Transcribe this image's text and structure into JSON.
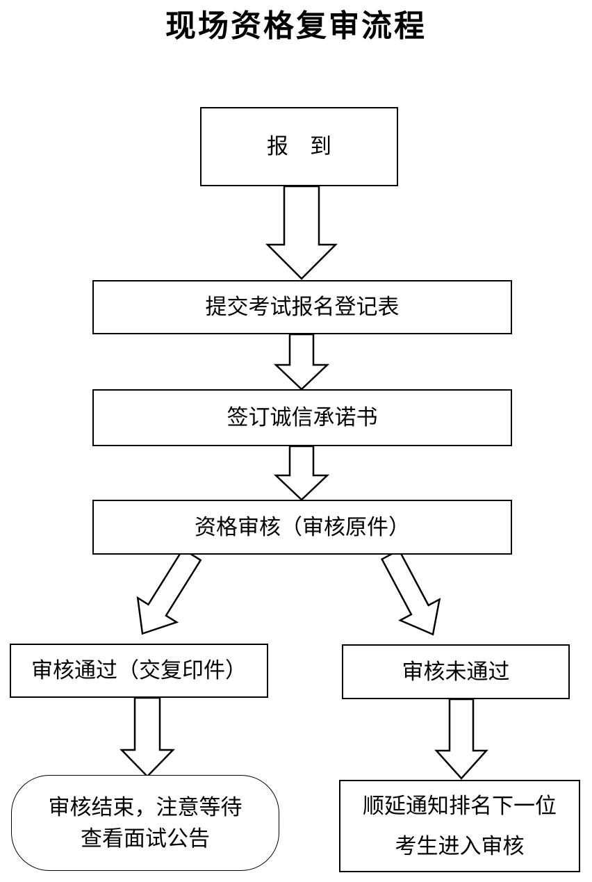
{
  "title": "现场资格复审流程",
  "colors": {
    "background": "#ffffff",
    "stroke": "#000000",
    "text": "#000000"
  },
  "flowchart": {
    "nodes": [
      {
        "id": "checkin",
        "shape": "rectangle",
        "label": "报　到"
      },
      {
        "id": "submit-form",
        "shape": "rectangle",
        "label": "提交考试报名登记表"
      },
      {
        "id": "sign-commitment",
        "shape": "rectangle",
        "label": "签订诚信承诺书"
      },
      {
        "id": "qualification-review",
        "shape": "rectangle",
        "label": "资格审核（审核原件）"
      },
      {
        "id": "review-passed",
        "shape": "rectangle",
        "label": "审核通过（交复印件）"
      },
      {
        "id": "review-failed",
        "shape": "rectangle",
        "label": "审核未通过"
      },
      {
        "id": "review-end",
        "shape": "rounded",
        "lines": [
          "审核结束，注意等待",
          "查看面试公告"
        ]
      },
      {
        "id": "notify-next",
        "shape": "rectangle",
        "lines": [
          "顺延通知排名下一位",
          "考生进入审核"
        ]
      }
    ],
    "connectors": [
      {
        "from": "checkin",
        "to": "submit-form",
        "style": "hollow-block-arrow-down-large"
      },
      {
        "from": "submit-form",
        "to": "sign-commitment",
        "style": "hollow-block-arrow-down"
      },
      {
        "from": "sign-commitment",
        "to": "qualification-review",
        "style": "hollow-block-arrow-down"
      },
      {
        "from": "qualification-review",
        "to": "review-passed",
        "style": "hollow-block-arrow-diagonal-left"
      },
      {
        "from": "qualification-review",
        "to": "review-failed",
        "style": "hollow-block-arrow-diagonal-right"
      },
      {
        "from": "review-passed",
        "to": "review-end",
        "style": "hollow-block-arrow-down"
      },
      {
        "from": "review-failed",
        "to": "notify-next",
        "style": "hollow-block-arrow-down"
      }
    ]
  }
}
